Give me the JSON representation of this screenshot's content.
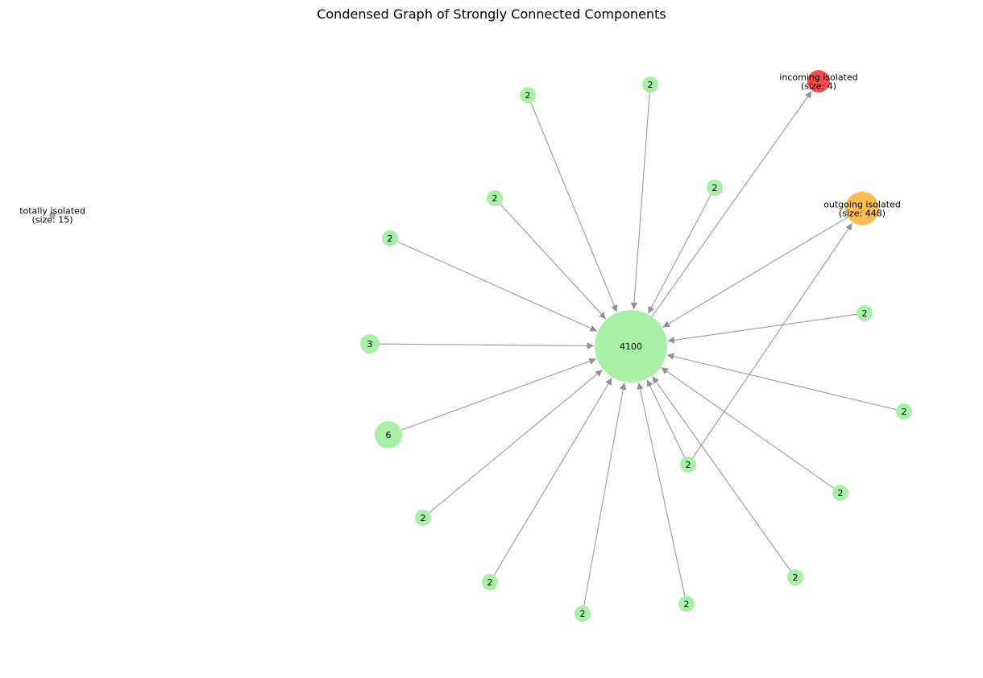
{
  "title": "Condensed Graph of Strongly Connected Components",
  "colors": {
    "edge": "#a0a0a0",
    "component": "#a8f0a8",
    "incoming_isolated": "#f44545",
    "outgoing_isolated": "#f8ba4a",
    "totally_isolated": "#a0a0a0"
  },
  "nodes": [
    {
      "id": "main",
      "label": "4100",
      "kind": "component"
    },
    {
      "id": "n_top1",
      "label": "2",
      "kind": "component"
    },
    {
      "id": "n_top2",
      "label": "2",
      "kind": "component"
    },
    {
      "id": "n_top3",
      "label": "2",
      "kind": "component"
    },
    {
      "id": "n_upl",
      "label": "2",
      "kind": "component"
    },
    {
      "id": "n_left1",
      "label": "2",
      "kind": "component"
    },
    {
      "id": "n_three",
      "label": "3",
      "kind": "component"
    },
    {
      "id": "n_six",
      "label": "6",
      "kind": "component"
    },
    {
      "id": "n_r1",
      "label": "2",
      "kind": "component"
    },
    {
      "id": "n_r2",
      "label": "2",
      "kind": "component"
    },
    {
      "id": "n_mid",
      "label": "2",
      "kind": "component"
    },
    {
      "id": "n_r3",
      "label": "2",
      "kind": "component"
    },
    {
      "id": "n_b1",
      "label": "2",
      "kind": "component"
    },
    {
      "id": "n_b2",
      "label": "2",
      "kind": "component"
    },
    {
      "id": "n_b3",
      "label": "2",
      "kind": "component"
    },
    {
      "id": "n_b4",
      "label": "2",
      "kind": "component"
    },
    {
      "id": "n_b5",
      "label": "2",
      "kind": "component"
    },
    {
      "id": "incoming",
      "label": "incoming isolated\n(size: 4)",
      "kind": "incoming_isolated"
    },
    {
      "id": "outgoing",
      "label": "outgoing isolated\n(size: 448)",
      "kind": "outgoing_isolated"
    },
    {
      "id": "totally",
      "label": "totally isolated\n(size: 15)",
      "kind": "totally_isolated"
    }
  ],
  "edges": [
    {
      "from": "n_top1",
      "to": "main"
    },
    {
      "from": "n_top2",
      "to": "main"
    },
    {
      "from": "n_top3",
      "to": "main"
    },
    {
      "from": "n_upl",
      "to": "main"
    },
    {
      "from": "n_left1",
      "to": "main"
    },
    {
      "from": "n_three",
      "to": "main"
    },
    {
      "from": "n_six",
      "to": "main"
    },
    {
      "from": "n_r1",
      "to": "main"
    },
    {
      "from": "n_r2",
      "to": "main"
    },
    {
      "from": "n_mid",
      "to": "main"
    },
    {
      "from": "n_r3",
      "to": "main"
    },
    {
      "from": "n_b1",
      "to": "main"
    },
    {
      "from": "n_b2",
      "to": "main"
    },
    {
      "from": "n_b3",
      "to": "main"
    },
    {
      "from": "n_b4",
      "to": "main"
    },
    {
      "from": "n_b5",
      "to": "main"
    },
    {
      "from": "main",
      "to": "incoming"
    },
    {
      "from": "outgoing",
      "to": "main"
    },
    {
      "from": "n_mid",
      "to": "outgoing"
    }
  ]
}
